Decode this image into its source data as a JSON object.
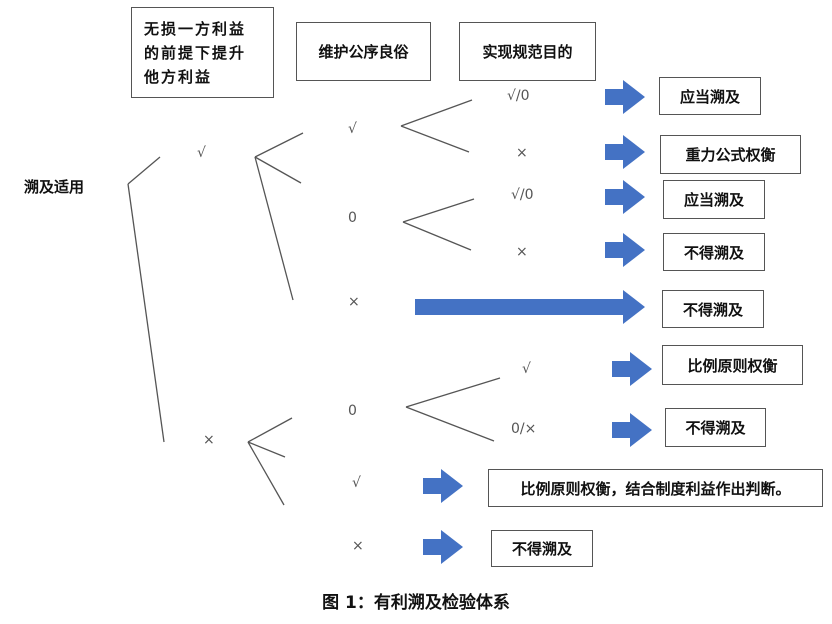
{
  "criteria": {
    "c1_lines": [
      "无损一方利益",
      "的前提下提升",
      "他方利益"
    ],
    "c2": "维护公序良俗",
    "c3": "实现规范目的"
  },
  "root": "溯及适用",
  "symbols": {
    "l1_yes": "√",
    "l2_yes": "√",
    "l2_zero": "0",
    "l2_no": "×",
    "l3a_a": "√/0",
    "l3a_b": "×",
    "l3b_a": "√/0",
    "l3b_b": "×",
    "l1_no": "×",
    "m2_zero": "0",
    "m3_a": "√",
    "m3_b": "0/×",
    "m2_yes": "√",
    "m2_no": "×"
  },
  "results": {
    "r1": "应当溯及",
    "r2": "重力公式权衡",
    "r3": "应当溯及",
    "r4": "不得溯及",
    "r5": "不得溯及",
    "r6": "比例原则权衡",
    "r7": "不得溯及",
    "r8": "比例原则权衡，结合制度利益作出判断。",
    "r9": "不得溯及"
  },
  "caption": "图 1：有利溯及检验体系",
  "colors": {
    "arrow": "#4472C4"
  }
}
